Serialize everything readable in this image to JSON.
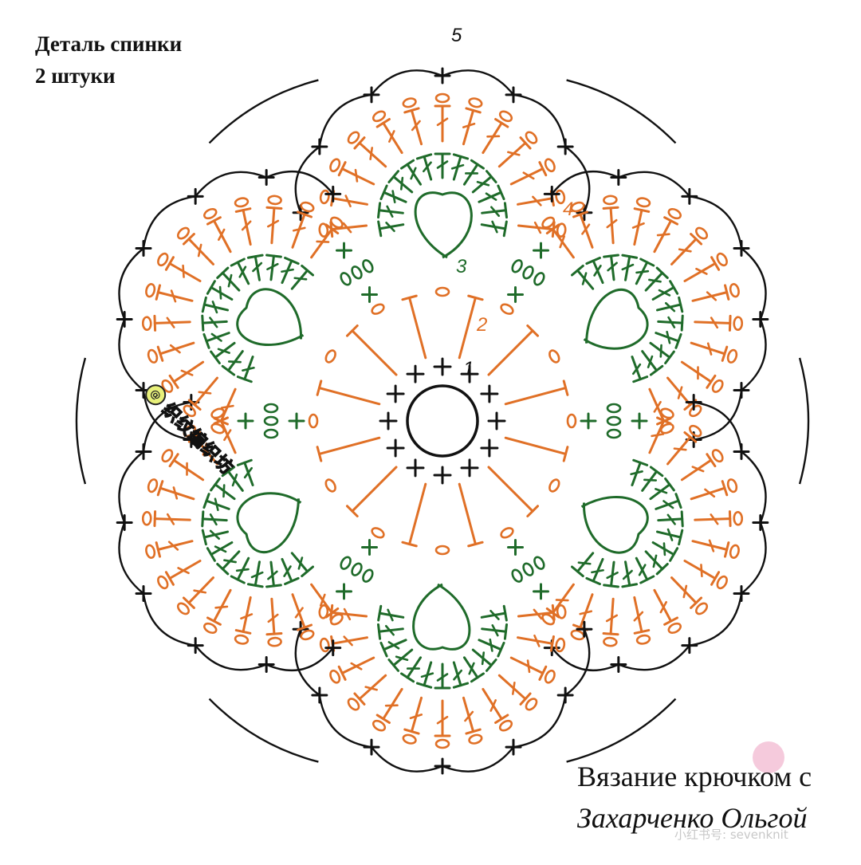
{
  "title": {
    "line1": "Деталь спинки",
    "line2": "2 штуки"
  },
  "row_numbers": [
    "1",
    "2",
    "3",
    "4",
    "5"
  ],
  "credit": {
    "line1": "Вязание крючком с",
    "line2": "Захарченко Ольгой"
  },
  "watermark": {
    "badge": "@",
    "text": "织纹编织坊"
  },
  "faint_watermark": "小红书号: sevenknit",
  "colors": {
    "background": "#ffffff",
    "outline": "#111111",
    "inner_rows": "#1f6b2a",
    "outer_rows": "#e07026"
  },
  "symbols": [
    "single-crochet",
    "chain",
    "double-crochet",
    "half-double-crochet",
    "magic-ring"
  ]
}
